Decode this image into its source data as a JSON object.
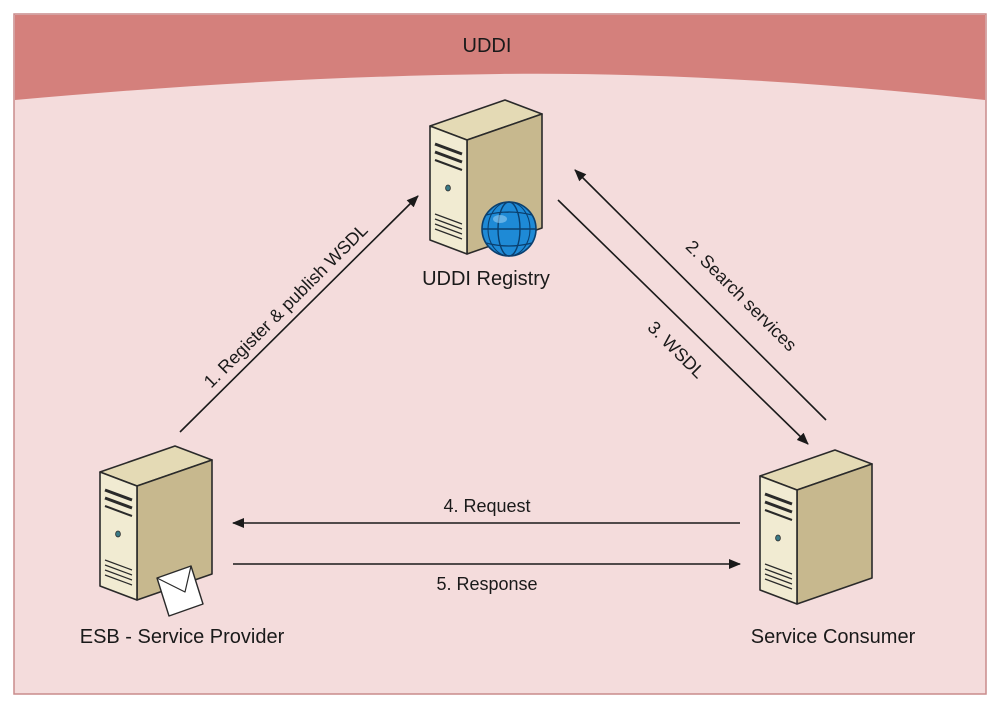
{
  "header": {
    "title": "UDDI"
  },
  "nodes": {
    "registry": {
      "label": "UDDI Registry"
    },
    "provider": {
      "label": "ESB - Service Provider"
    },
    "consumer": {
      "label": "Service Consumer"
    }
  },
  "edges": {
    "register": {
      "label": "1. Register & publish WSDL"
    },
    "search": {
      "label": "2. Search services"
    },
    "wsdl": {
      "label": "3. WSDL"
    },
    "request": {
      "label": "4. Request"
    },
    "response": {
      "label": "5. Response"
    }
  },
  "colors": {
    "panel_fill": "#f4dcdc",
    "panel_border": "#c98c8c",
    "header_fill": "#d4807c",
    "server_front": "#f1ebd2",
    "server_side": "#c7b88e",
    "server_top": "#e4dab5",
    "globe": "#1e8ad6",
    "line": "#1a1a1a"
  },
  "icons": {
    "registry_badge": "globe-icon",
    "provider_badge": "envelope-icon"
  }
}
